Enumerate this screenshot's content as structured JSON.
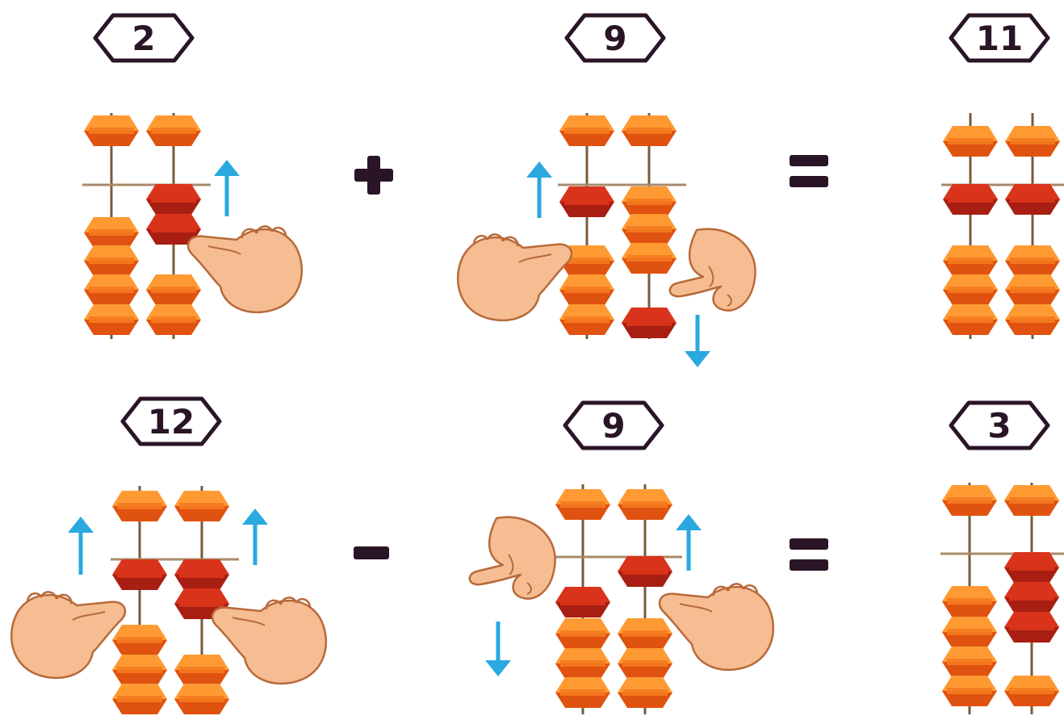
{
  "colors": {
    "bead": "#f57a1f",
    "bead_highlight": "#ff9a33",
    "bead_shadow": "#e0520f",
    "bead_active": "#d9341b",
    "bead_active_shadow": "#a81e12",
    "rod": "#7a5a3a",
    "beam": "#a88a6a",
    "arrow": "#2aa9e0",
    "hand": "#f6bd92",
    "hand_outline": "#b86a3a",
    "label": "#2a1526"
  },
  "rows": [
    {
      "operator": "+",
      "result_symbol": "=",
      "operands": [
        {
          "value": "2"
        },
        {
          "value": "9"
        }
      ],
      "result": {
        "value": "11"
      }
    },
    {
      "operator": "-",
      "result_symbol": "=",
      "operands": [
        {
          "value": "12"
        },
        {
          "value": "9"
        }
      ],
      "result": {
        "value": "3"
      }
    }
  ],
  "icons": {
    "up_arrow": "arrow-up-icon",
    "down_arrow": "arrow-down-icon",
    "thumb_hand": "thumb-hand-icon",
    "index_hand": "index-hand-icon"
  }
}
